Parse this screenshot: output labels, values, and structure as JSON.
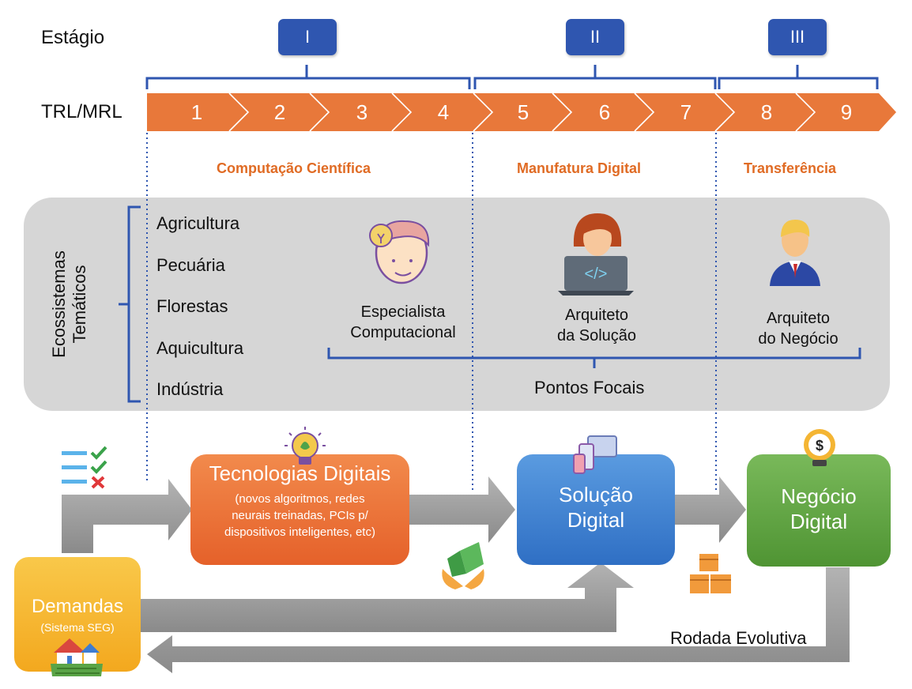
{
  "header": {
    "stage_label": "Estágio",
    "trl_label": "TRL/MRL"
  },
  "stages": [
    {
      "label": "I"
    },
    {
      "label": "II"
    },
    {
      "label": "III"
    }
  ],
  "trl_levels": [
    "1",
    "2",
    "3",
    "4",
    "5",
    "6",
    "7",
    "8",
    "9"
  ],
  "phases": [
    {
      "label": "Computação Científica"
    },
    {
      "label": "Manufatura Digital"
    },
    {
      "label": "Transferência"
    }
  ],
  "ecosystems": {
    "title_line1": "Ecossistemas",
    "title_line2": "Temáticos",
    "items": [
      "Agricultura",
      "Pecuária",
      "Florestas",
      "Aquicultura",
      "Indústria"
    ]
  },
  "roles": [
    {
      "line1": "Especialista",
      "line2": "Computacional"
    },
    {
      "line1": "Arquiteto",
      "line2": "da Solução"
    },
    {
      "line1": "Arquiteto",
      "line2": "do Negócio"
    }
  ],
  "focal_points_label": "Pontos Focais",
  "cards": {
    "tech": {
      "title": "Tecnologias Digitais",
      "sub1": "(novos algoritmos, redes",
      "sub2": "neurais treinadas, PCIs p/",
      "sub3": "dispositivos inteligentes, etc)"
    },
    "solution": {
      "line1": "Solução",
      "line2": "Digital"
    },
    "business": {
      "line1": "Negócio",
      "line2": "Digital"
    },
    "demands": {
      "title": "Demandas",
      "sub": "(Sistema SEG)"
    }
  },
  "evolution_label": "Rodada Evolutiva",
  "colors": {
    "stage_blue": "#2f56b0",
    "trl_orange": "#e8783a",
    "phase_text": "#e06b24",
    "panel_gray": "#d6d6d6",
    "tech_orange": "#ee7431",
    "solution_blue": "#3f86d4",
    "business_green": "#62a844",
    "demand_yellow": "#f5b82a",
    "arrow_gray": "#9a9a9a"
  }
}
